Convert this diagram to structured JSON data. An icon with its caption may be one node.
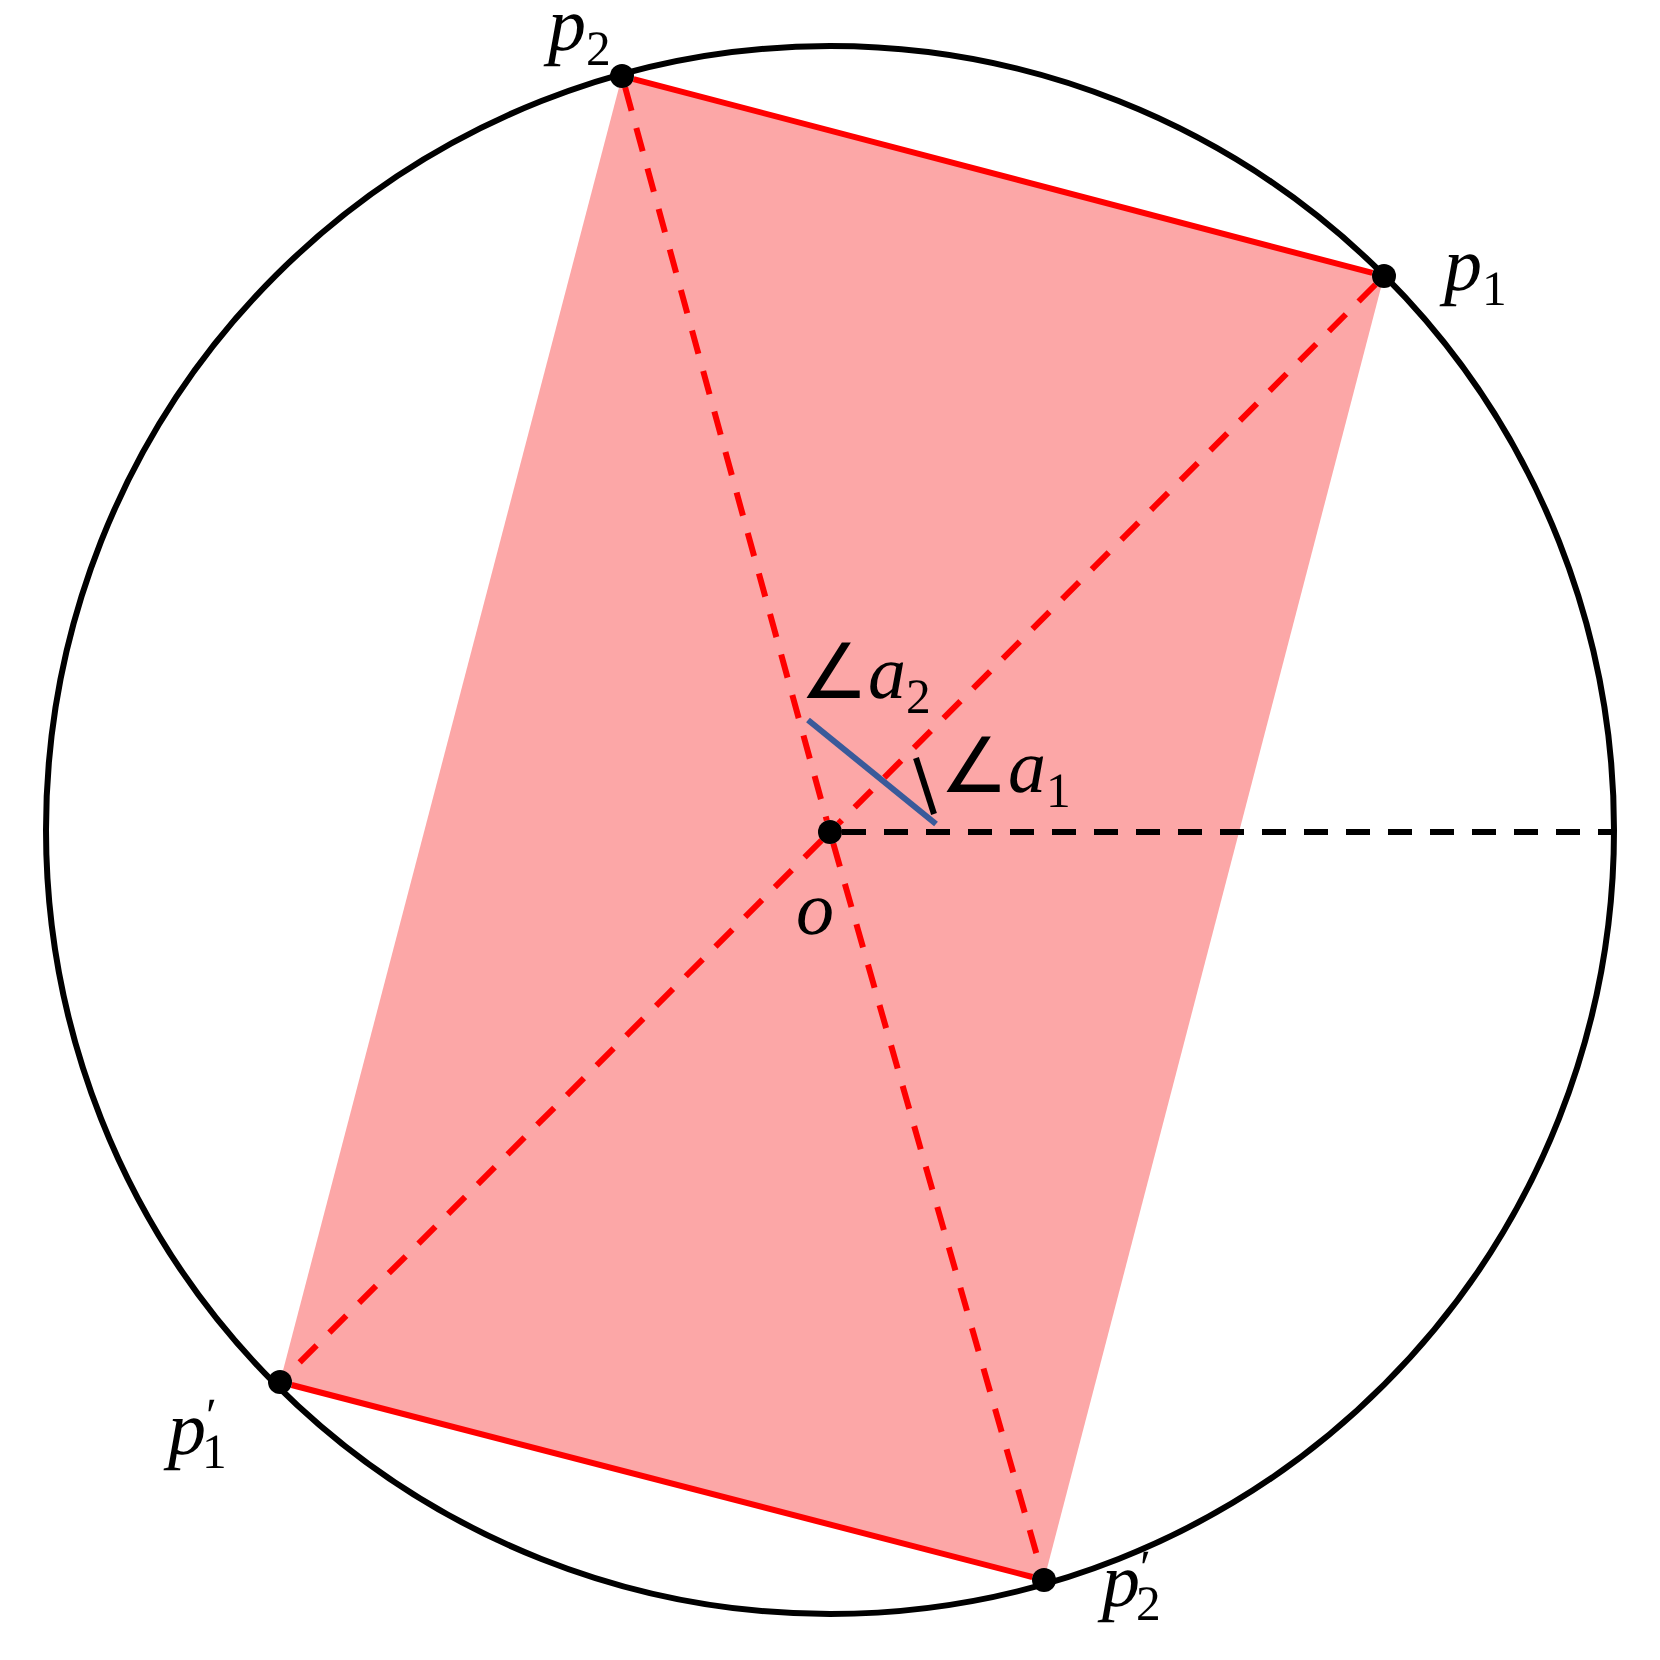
{
  "diagram": {
    "nodes": [
      {
        "text": [],
        "shape": "circle",
        "beside": [
          "*p*$_{2}$"
        ]
      },
      {
        "text": [],
        "shape": "circle",
        "beside": [
          "*p*$_{1}$"
        ]
      },
      {
        "text": [],
        "shape": "circle",
        "beside": [
          "*o*"
        ]
      },
      {
        "text": [],
        "shape": "circle",
        "beside": [
          "*p*$^{′}$$_{1}$"
        ]
      },
      {
        "text": [],
        "shape": "circle",
        "beside": [
          "*p*$^{′}$$_{2}$"
        ]
      }
    ],
    "edges": [
      {
        "from": 0,
        "to": 1,
        "arrow": "none"
      },
      {
        "from": 1,
        "to": 2,
        "arrow": "none",
        "style": "dashed"
      },
      {
        "from": 0,
        "to": 2,
        "arrow": "none",
        "style": "dashed"
      },
      {
        "from": 2,
        "to": null,
        "arrow": "none",
        "style": "dashed",
        "color": "#000000"
      },
      {
        "from": 3,
        "to": 4,
        "arrow": "none"
      },
      {
        "from": 2,
        "to": 3,
        "arrow": "none",
        "style": "dashed"
      },
      {
        "from": 2,
        "to": 4,
        "arrow": "none",
        "style": "dashed"
      }
    ],
    "labels": [
      "∠*a*$_{2}$",
      "∠*a*$_{1}$"
    ]
  }
}
